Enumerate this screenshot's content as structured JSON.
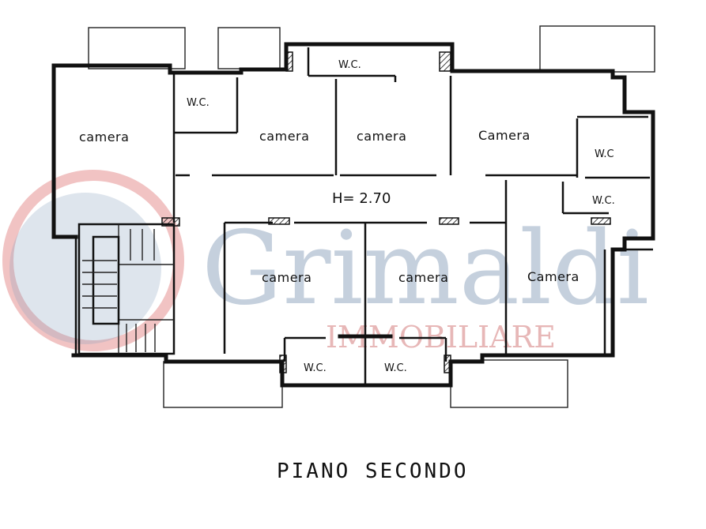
{
  "plan": {
    "floor_title": "PIANO SECONDO",
    "ceiling_height": "H= 2.70",
    "rooms": {
      "camera_1": "camera",
      "camera_2": "camera",
      "camera_3": "camera",
      "camera_4": "Camera",
      "camera_5": "camera",
      "camera_6": "camera",
      "camera_7": "Camera"
    },
    "wcs": {
      "wc_1": "W.C.",
      "wc_2": "W.C.",
      "wc_3": "W.C",
      "wc_4": "W.C.",
      "wc_5": "W.C.",
      "wc_6": "W.C."
    }
  },
  "watermark": {
    "brand": "Grimaldi",
    "subtitle": "IMMOBILIARE",
    "ring_color": "#d94a4a",
    "brand_color": "#7f98b5"
  }
}
